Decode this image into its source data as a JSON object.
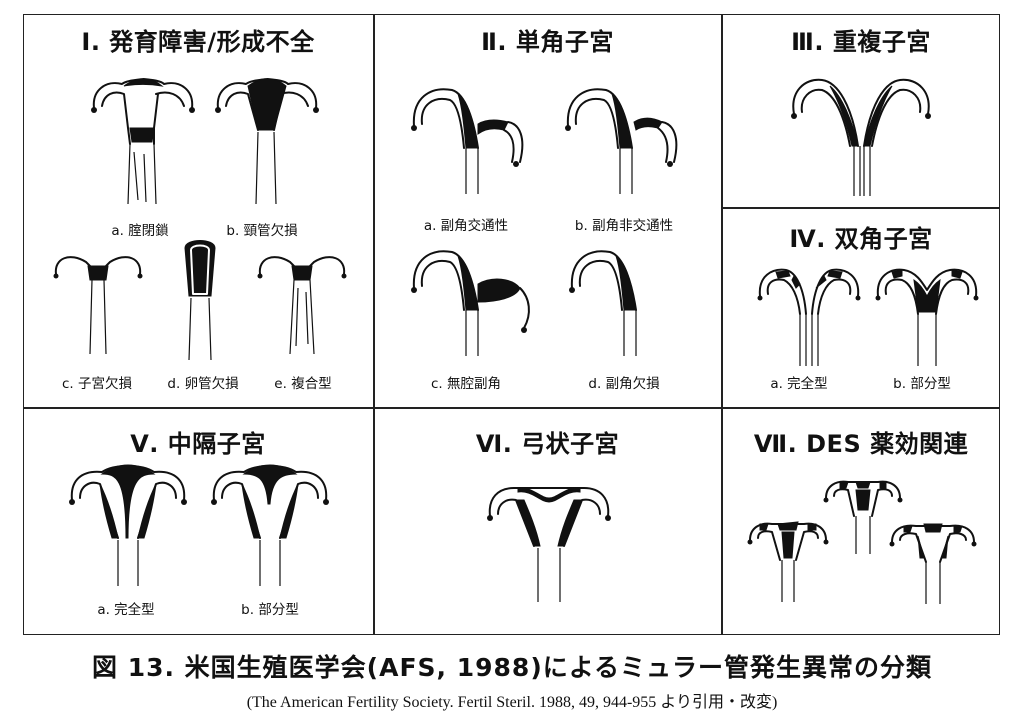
{
  "cells": {
    "c1": {
      "title": "Ⅰ. 発育障害/形成不全",
      "labels": [
        "a. 腟閉鎖",
        "b. 頸管欠損",
        "c. 子宮欠損",
        "d. 卵管欠損",
        "e. 複合型"
      ]
    },
    "c2": {
      "title": "Ⅱ. 単角子宮",
      "labels": [
        "a. 副角交通性",
        "b. 副角非交通性",
        "c. 無腔副角",
        "d. 副角欠損"
      ]
    },
    "c3": {
      "title": "Ⅲ. 重複子宮",
      "labels": []
    },
    "c4": {
      "title": "Ⅳ. 双角子宮",
      "labels": [
        "a. 完全型",
        "b. 部分型"
      ]
    },
    "c5": {
      "title": "Ⅴ. 中隔子宮",
      "labels": [
        "a. 完全型",
        "b. 部分型"
      ]
    },
    "c6": {
      "title": "Ⅵ. 弓状子宮",
      "labels": []
    },
    "c7": {
      "title": "Ⅶ. DES 薬効関連",
      "labels": []
    }
  },
  "caption": "図 13.  米国生殖医学会(AFS, 1988)によるミュラー管発生異常の分類",
  "source": "(The American Fertility Society. Fertil Steril. 1988, 49, 944-955 より引用・改変)"
}
